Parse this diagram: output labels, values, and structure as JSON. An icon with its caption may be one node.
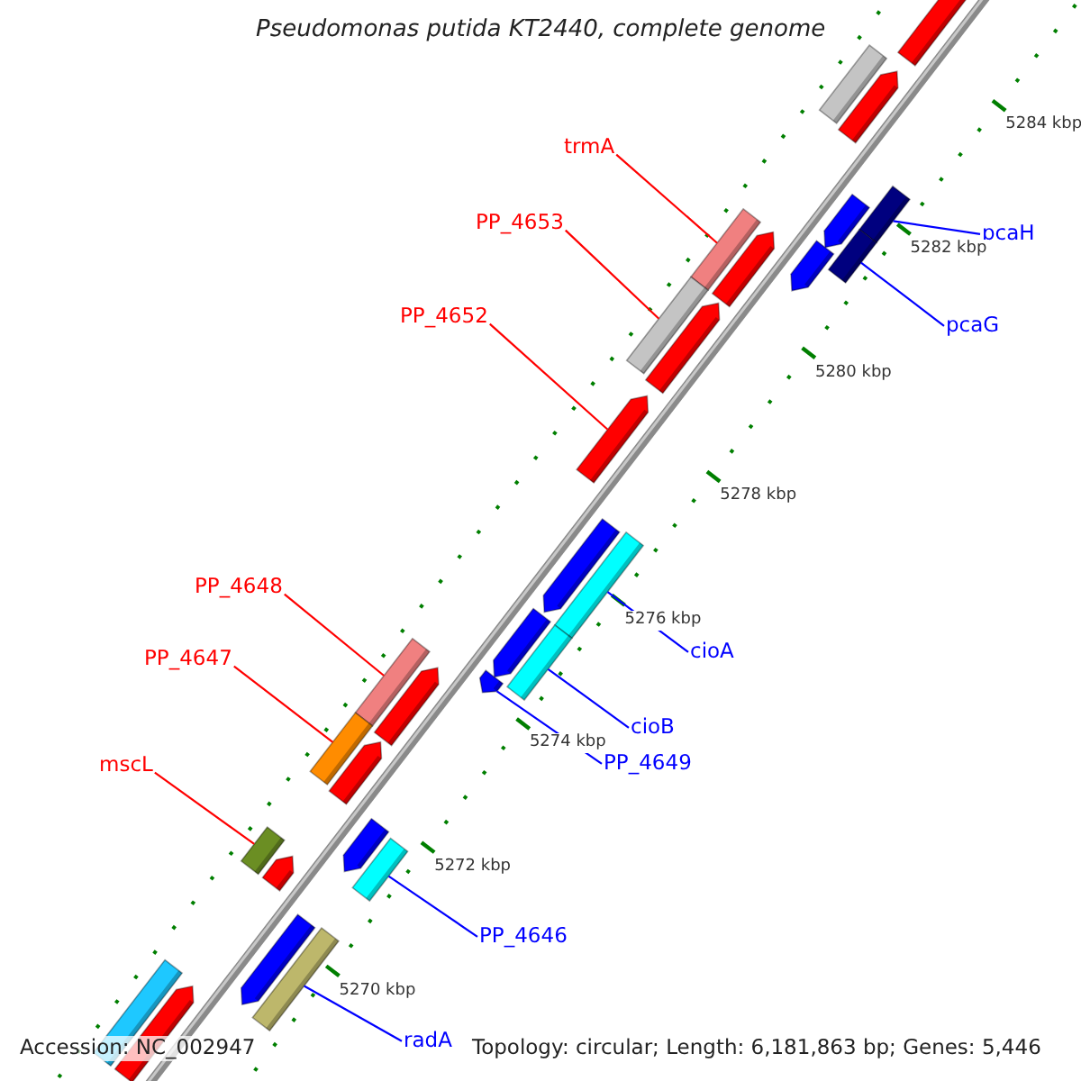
{
  "diagram": {
    "title": "Pseudomonas putida KT2440, complete genome",
    "nodes": [
      {
        "text": [
          "trmA"
        ]
      },
      {
        "text": [],
        "shape": "box"
      },
      {
        "text": [
          "pcaH"
        ]
      },
      {
        "text": [],
        "shape": "box"
      },
      {
        "text": [
          "PP_4653"
        ]
      },
      {
        "text": [],
        "shape": "box"
      },
      {
        "text": [
          "PP_4652"
        ]
      },
      {
        "text": [],
        "shape": "pentagon"
      },
      {
        "text": [
          "pcaG"
        ]
      },
      {
        "text": [],
        "shape": "box"
      },
      {
        "text": [
          "PP_4648"
        ]
      },
      {
        "text": [],
        "shape": "box"
      },
      {
        "text": [
          "cioA"
        ]
      },
      {
        "text": [],
        "shape": "box"
      },
      {
        "text": [
          "PP_4647"
        ]
      },
      {
        "text": [],
        "shape": "box"
      },
      {
        "text": [
          "cioB"
        ]
      },
      {
        "text": [],
        "shape": "box"
      },
      {
        "text": [
          "PP_4649"
        ]
      },
      {
        "text": [],
        "shape": "pentagon"
      },
      {
        "text": [
          "mscL"
        ]
      },
      {
        "text": [],
        "shape": "box"
      },
      {
        "text": [
          "PP_4646"
        ]
      },
      {
        "text": [],
        "shape": "box"
      },
      {
        "text": [
          "radA"
        ]
      },
      {
        "text": [],
        "shape": "box"
      },
      {
        "text": [],
        "shape": "pentagon"
      },
      {
        "text": [],
        "shape": "box"
      },
      {
        "text": [],
        "shape": "pentagon"
      },
      {
        "text": [],
        "shape": "pentagon"
      },
      {
        "text": [],
        "shape": "pentagon"
      },
      {
        "text": [],
        "shape": "pentagon"
      },
      {
        "text": [],
        "shape": "pentagon"
      },
      {
        "text": [],
        "shape": "pentagon"
      },
      {
        "text": [],
        "shape": "pentagon"
      },
      {
        "text": [],
        "shape": "pentagon"
      },
      {
        "text": [],
        "shape": "pentagon"
      },
      {
        "text": [],
        "shape": "pentagon"
      },
      {
        "text": [],
        "shape": "pentagon"
      },
      {
        "text": [],
        "shape": "pentagon"
      },
      {
        "text": [],
        "shape": "box"
      },
      {
        "text": [],
        "shape": "pentagon"
      }
    ],
    "edges": [
      {
        "from": 0,
        "to": 1,
        "arrow": "none",
        "color": "#ff0000"
      },
      {
        "from": 2,
        "to": 3,
        "arrow": "none"
      },
      {
        "from": 4,
        "to": 5,
        "arrow": "none",
        "color": "#ff0000"
      },
      {
        "from": 6,
        "to": 7,
        "arrow": "none",
        "color": "#ff0000"
      },
      {
        "from": 8,
        "to": 9,
        "arrow": "none"
      },
      {
        "from": 10,
        "to": 11,
        "arrow": "none",
        "color": "#ff0000"
      },
      {
        "from": 12,
        "to": 13,
        "arrow": "none"
      },
      {
        "from": 14,
        "to": 15,
        "arrow": "none",
        "color": "#ff0000"
      },
      {
        "from": 16,
        "to": 17,
        "arrow": "none"
      },
      {
        "from": 18,
        "to": 19,
        "arrow": "none"
      },
      {
        "from": 20,
        "to": 21,
        "arrow": "none",
        "color": "#ff0000"
      },
      {
        "from": 22,
        "to": 23,
        "arrow": "none"
      },
      {
        "from": 24,
        "to": 25,
        "arrow": "none"
      }
    ],
    "labels": [
      "5284 kbp",
      "5282 kbp",
      "5280 kbp",
      "5278 kbp",
      "5276 kbp",
      "5274 kbp",
      "5272 kbp",
      "5270 kbp",
      "Accession: NC_002947",
      "Topology: circular; Length: 6,181,863 bp; Genes: 5,446"
    ]
  }
}
